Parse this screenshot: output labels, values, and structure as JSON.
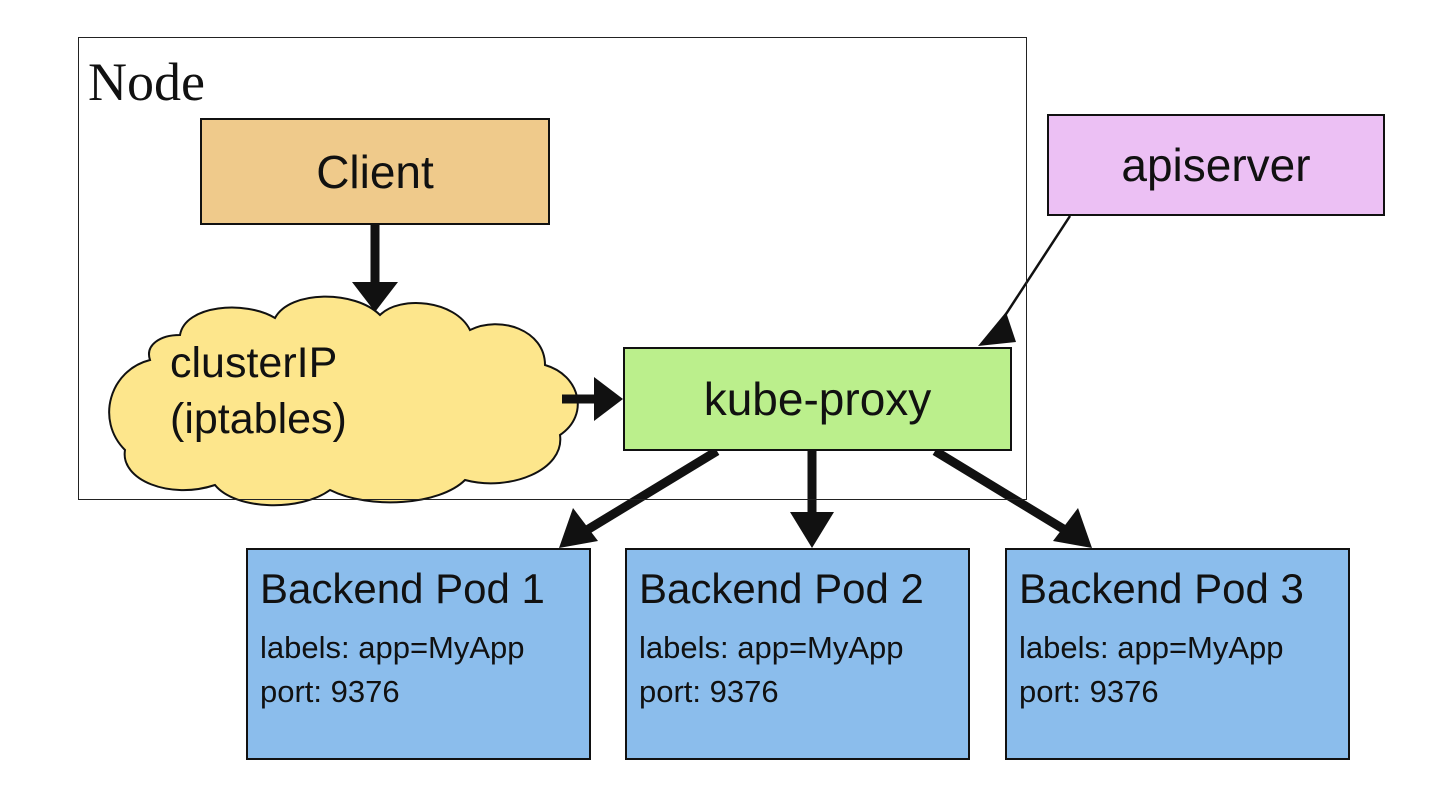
{
  "diagram": {
    "node": {
      "label": "Node"
    },
    "client": {
      "label": "Client"
    },
    "apiserver": {
      "label": "apiserver"
    },
    "cluster_ip": {
      "line1": "clusterIP",
      "line2": "(iptables)"
    },
    "kube_proxy": {
      "label": "kube-proxy"
    },
    "pods": [
      {
        "title": "Backend Pod 1",
        "labels": "labels: app=MyApp",
        "port": "port: 9376"
      },
      {
        "title": "Backend Pod 2",
        "labels": "labels: app=MyApp",
        "port": "port: 9376"
      },
      {
        "title": "Backend Pod 3",
        "labels": "labels: app=MyApp",
        "port": "port: 9376"
      }
    ],
    "colors": {
      "client": "#efca8b",
      "apiserver": "#ecc0f4",
      "kube_proxy": "#bbef8c",
      "cluster_ip": "#fde68c",
      "pod": "#8bbdec",
      "stroke": "#111111"
    }
  }
}
